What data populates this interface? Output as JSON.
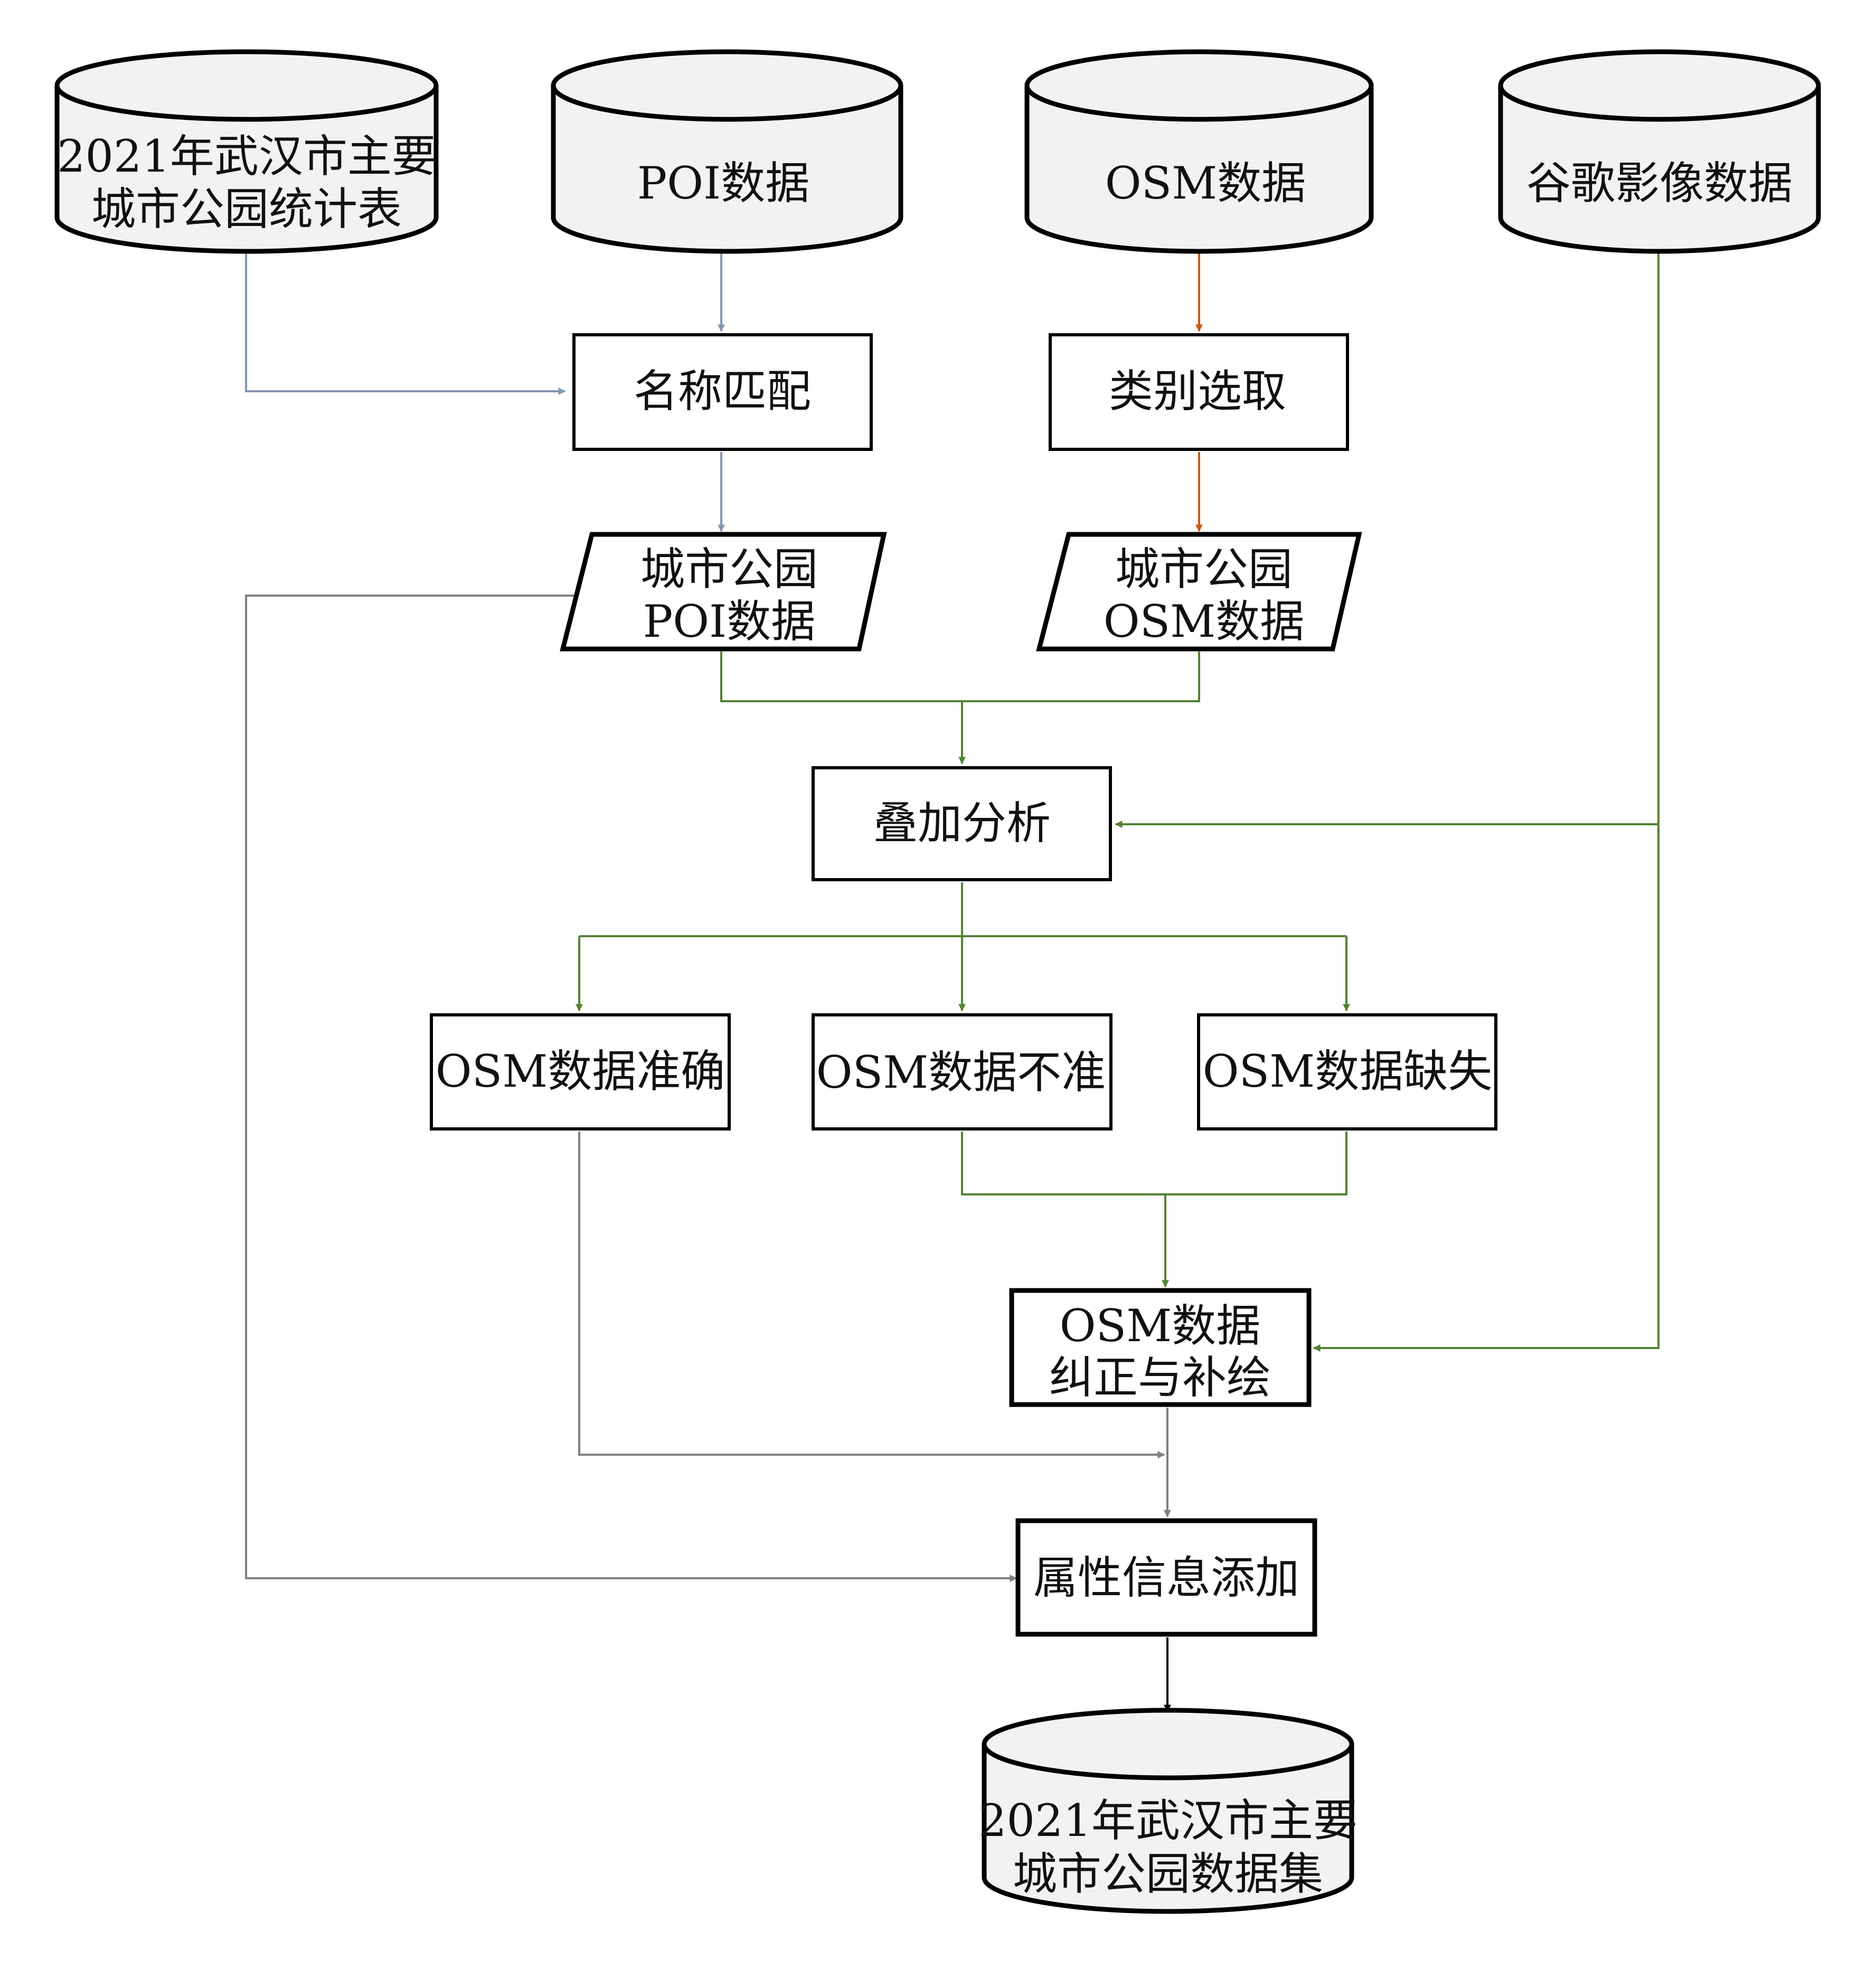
{
  "nodes": {
    "stats_table": {
      "line1": "2021年武汉市主要",
      "line2": "城市公园统计表"
    },
    "poi_data": {
      "label": "POI数据"
    },
    "osm_data": {
      "label": "OSM数据"
    },
    "google_imagery": {
      "label": "谷歌影像数据"
    },
    "name_match": {
      "label": "名称匹配"
    },
    "category_select": {
      "label": "类别选取"
    },
    "park_poi": {
      "line1": "城市公园",
      "line2": "POI数据"
    },
    "park_osm": {
      "line1": "城市公园",
      "line2": "OSM数据"
    },
    "overlay": {
      "label": "叠加分析"
    },
    "osm_accurate": {
      "label": "OSM数据准确"
    },
    "osm_inaccurate": {
      "label": "OSM数据不准"
    },
    "osm_missing": {
      "label": "OSM数据缺失"
    },
    "osm_fix": {
      "line1": "OSM数据",
      "line2": "纠正与补绘"
    },
    "attr_add": {
      "label": "属性信息添加"
    },
    "final_dataset": {
      "line1": "2021年武汉市主要",
      "line2": "城市公园数据集"
    }
  },
  "colors": {
    "blue_gray": "#8496b0",
    "orange": "#c55a11",
    "green": "#548235",
    "gray": "#7f7f7f",
    "black": "#000000",
    "cylinder_fill": "#f2f2f2"
  }
}
